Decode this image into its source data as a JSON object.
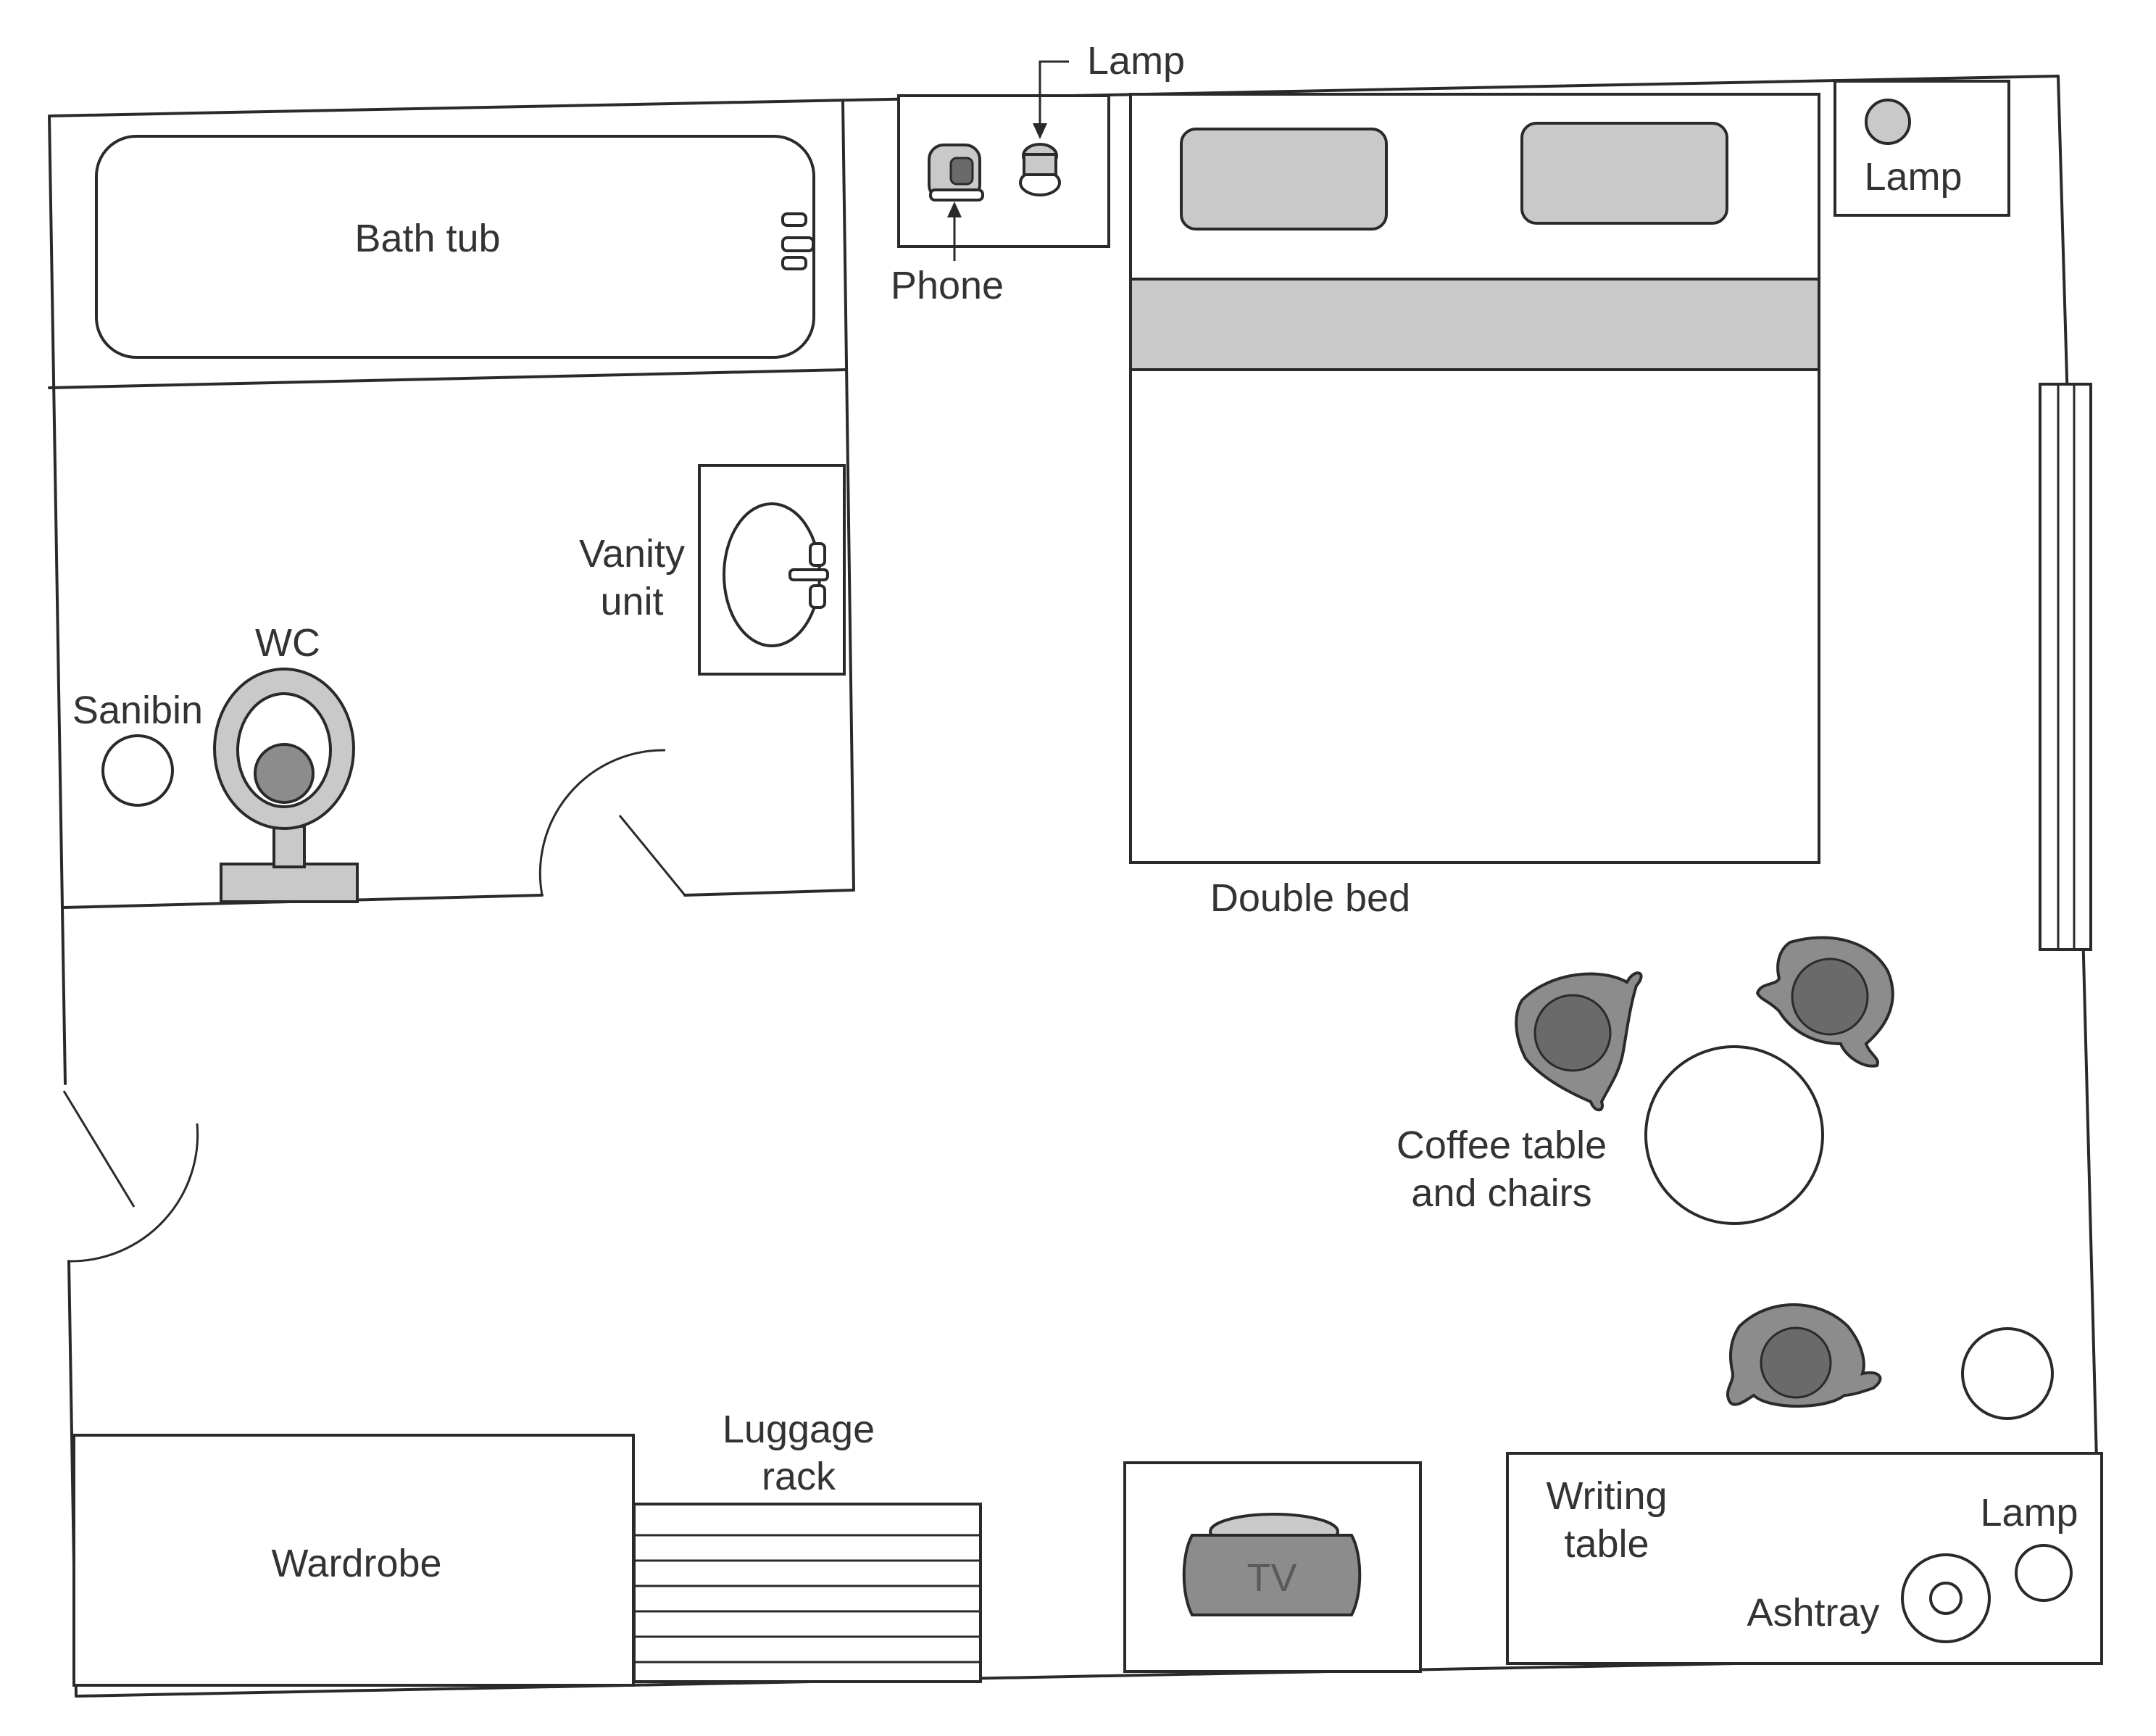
{
  "labels": {
    "bath_tub": "Bath tub",
    "lamp_top": "Lamp",
    "phone": "Phone",
    "lamp_bedside": "Lamp",
    "vanity_1": "Vanity",
    "vanity_2": "unit",
    "wc": "WC",
    "sanibin": "Sanibin",
    "double_bed": "Double bed",
    "coffee_1": "Coffee table",
    "coffee_2": "and chairs",
    "luggage_1": "Luggage",
    "luggage_2": "rack",
    "wardrobe": "Wardrobe",
    "tv": "TV",
    "writing_1": "Writing",
    "writing_2": "table",
    "lamp_desk": "Lamp",
    "ashtray": "Ashtray"
  }
}
